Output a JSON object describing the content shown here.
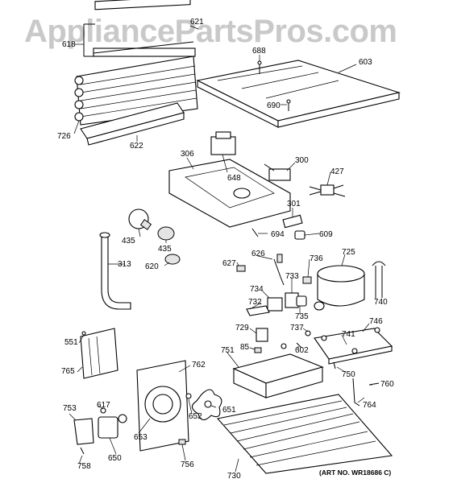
{
  "watermark": "AppliancePartsPros.com",
  "art_number": "(ART NO. WR18686 C)",
  "callouts": [
    "618",
    "621",
    "688",
    "603",
    "690",
    "726",
    "622",
    "306",
    "648",
    "300",
    "427",
    "301",
    "694",
    "609",
    "435",
    "435",
    "313",
    "620",
    "626",
    "627",
    "736",
    "725",
    "733",
    "734",
    "732",
    "735",
    "740",
    "729",
    "737",
    "746",
    "741",
    "85",
    "602",
    "551",
    "751",
    "765",
    "762",
    "750",
    "760",
    "764",
    "617",
    "753",
    "651",
    "652",
    "653",
    "650",
    "758",
    "756",
    "730"
  ]
}
